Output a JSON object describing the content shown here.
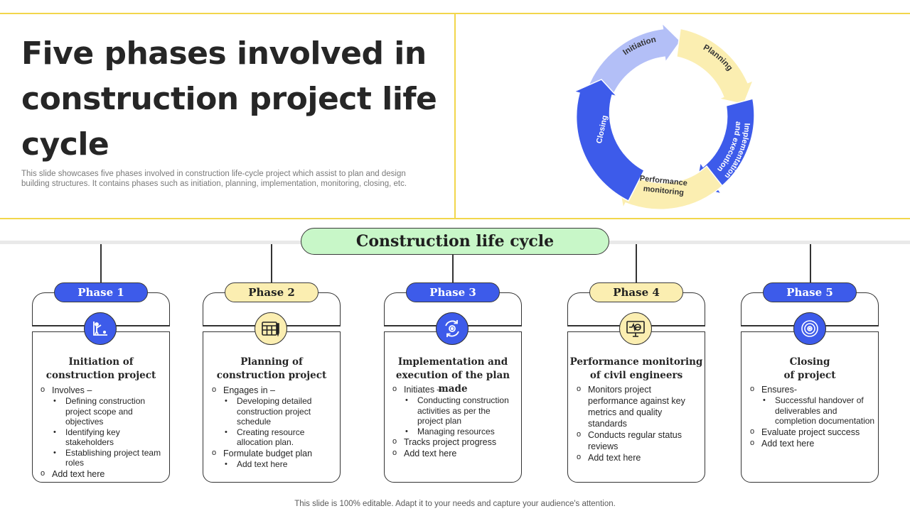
{
  "title": "Five phases involved in construction project life cycle",
  "description": "This slide showcases five phases involved in construction life-cycle project which assist to plan and design building structures. It contains phases such as initiation, planning, implementation, monitoring, closing, etc.",
  "cycle": {
    "segments": [
      {
        "label": "Initiation",
        "color": "#b3bff7"
      },
      {
        "label": "Planning",
        "color": "#fbeeb1"
      },
      {
        "label": "Implementation and execution",
        "color": "#3d5bea"
      },
      {
        "label": "Performance monitoring",
        "color": "#fbeeb1"
      },
      {
        "label": "Closing",
        "color": "#3d5bea"
      }
    ]
  },
  "header": "Construction life cycle",
  "colors": {
    "blue": "#3d5bea",
    "yellow": "#fbeeb1",
    "lightblue": "#b3bff7",
    "green": "#c8f7c8",
    "accent_line": "#f2d64b"
  },
  "phases": [
    {
      "label": "Phase 1",
      "icon": "person-pointing-chart-icon",
      "title_line1": "Initiation of",
      "title_line2": "construction project",
      "items": [
        {
          "level": 1,
          "text": "Involves –"
        },
        {
          "level": 2,
          "text": "Defining construction project scope and objectives"
        },
        {
          "level": 2,
          "text": "Identifying key stakeholders"
        },
        {
          "level": 2,
          "text": "Establishing project team roles"
        },
        {
          "level": 1,
          "text": "Add text here"
        }
      ]
    },
    {
      "label": "Phase 2",
      "icon": "calendar-planning-icon",
      "title_line1": "Planning of",
      "title_line2": "construction project",
      "items": [
        {
          "level": 1,
          "text": "Engages in –"
        },
        {
          "level": 2,
          "text": "Developing detailed construction project schedule"
        },
        {
          "level": 2,
          "text": "Creating resource allocation plan."
        },
        {
          "level": 1,
          "text": "Formulate budget plan"
        },
        {
          "level": 2,
          "text": "Add text here"
        }
      ]
    },
    {
      "label": "Phase 3",
      "icon": "gear-cycle-icon",
      "title_line1": "Implementation and",
      "title_line2": "execution of the plan made",
      "items": [
        {
          "level": 1,
          "text": "Initiates –"
        },
        {
          "level": 2,
          "text": "Conducting construction activities as per the project plan"
        },
        {
          "level": 2,
          "text": "Managing resources"
        },
        {
          "level": 1,
          "text": "Tracks project progress"
        },
        {
          "level": 1,
          "text": "Add text here"
        }
      ]
    },
    {
      "label": "Phase 4",
      "icon": "monitor-performance-icon",
      "title_line1": "Performance monitoring",
      "title_line2": "of civil engineers",
      "items": [
        {
          "level": 1,
          "text": "Monitors project performance against key metrics and quality standards"
        },
        {
          "level": 1,
          "text": "Conducts regular status reviews"
        },
        {
          "level": 1,
          "text": "Add text here"
        }
      ]
    },
    {
      "label": "Phase 5",
      "icon": "target-closing-icon",
      "title_line1": "Closing",
      "title_line2": "of project",
      "items": [
        {
          "level": 1,
          "text": "Ensures-"
        },
        {
          "level": 2,
          "text": "Successful handover of deliverables and completion documentation"
        },
        {
          "level": 1,
          "text": "Evaluate project success"
        },
        {
          "level": 1,
          "text": "Add text here"
        }
      ]
    }
  ],
  "footer": "This slide is 100% editable. Adapt it to your needs and capture your audience's attention."
}
